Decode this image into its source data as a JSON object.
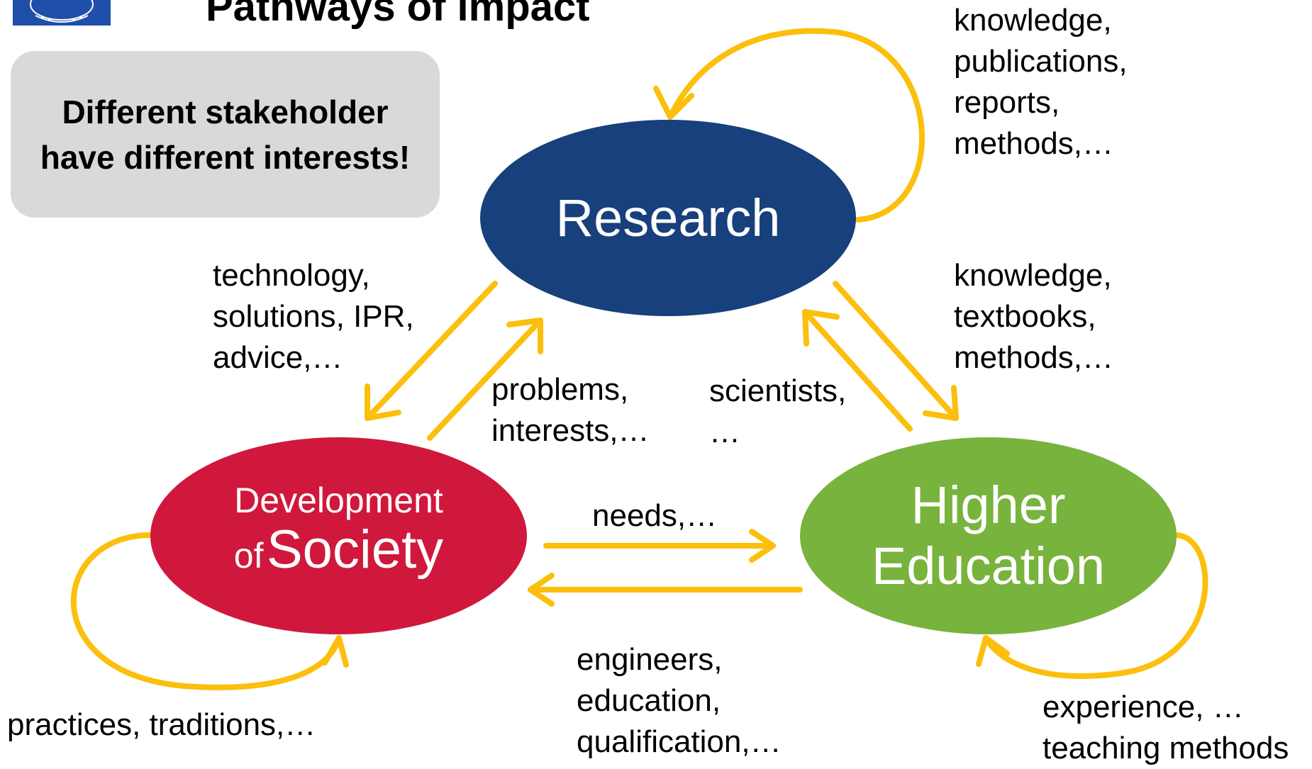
{
  "title": "Pathways of impact",
  "callout": "Different stakeholder have different interests!",
  "nodes": {
    "research": "Research",
    "society_line1": "Development",
    "society_of": "of",
    "society_word": "Society",
    "higher_education": "Higher Education"
  },
  "flows": {
    "research_self": "knowledge,\npublications,\nreports,\nmethods,…",
    "research_to_society": "technology,\nsolutions, IPR,\nadvice,…",
    "society_to_research": "problems,\ninterests,…",
    "higher_to_research": "scientists,\n…",
    "research_to_higher": "knowledge,\ntextbooks,\nmethods,…",
    "society_to_higher": "needs,…",
    "higher_to_society": "engineers,\neducation,\nqualification,…",
    "society_self": "practices, traditions,…",
    "higher_self": "experience, …\nteaching methods"
  },
  "colors": {
    "arrow": "#fbbf0c",
    "research": "#17407c",
    "society": "#d0183c",
    "higher_education": "#78b33d",
    "callout_bg": "#d9d9d9"
  }
}
